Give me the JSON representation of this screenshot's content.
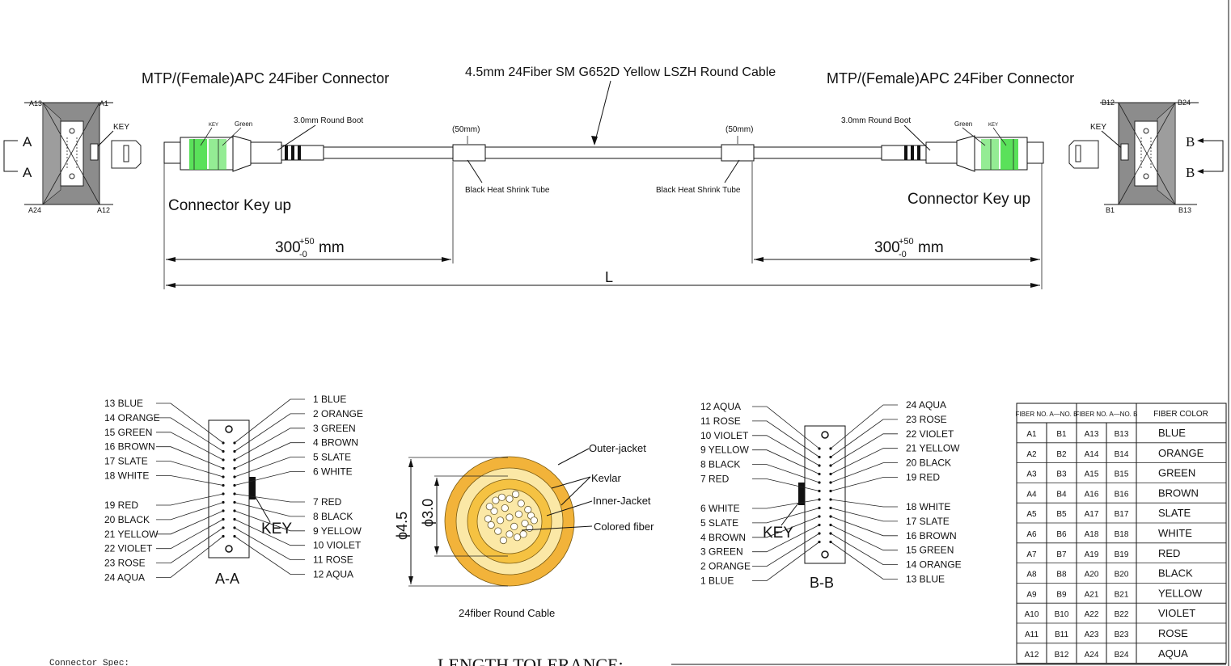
{
  "header": {
    "left_connector": "MTP/(Female)APC 24Fiber Connector",
    "cable": "4.5mm  24Fiber  SM  G652D  Yellow LSZH Round Cable",
    "right_connector": "MTP/(Female)APC 24Fiber Connector"
  },
  "left_end": {
    "pins": [
      "A13",
      "A1",
      "A24",
      "A12"
    ],
    "key": "KEY",
    "section_marks": [
      "A",
      "A"
    ],
    "boot_label": "3.0mm Round Boot",
    "key_small": "KEY",
    "green_label": "Green",
    "orientation": "Connector Key up",
    "shrink_len": "(50mm)",
    "shrink_label": "Black Heat Shrink Tube",
    "dim_main": "300",
    "dim_sup": "+50",
    "dim_sub": "-0",
    "dim_unit": "mm"
  },
  "right_end": {
    "pins": [
      "B12",
      "B24",
      "B1",
      "B13"
    ],
    "key": "KEY",
    "section_marks": [
      "B",
      "B"
    ],
    "boot_label": "3.0mm Round Boot",
    "key_small": "KEY",
    "green_label": "Green",
    "orientation": "Connector Key up",
    "shrink_len": "(50mm)",
    "shrink_label": "Black  Heat Shrink Tube",
    "dim_main": "300",
    "dim_sup": "+50",
    "dim_sub": "-0",
    "dim_unit": "mm"
  },
  "total_length": "L",
  "section_a": {
    "title": "A-A",
    "key": "KEY",
    "left_top": [
      "13 BLUE",
      "14 ORANGE",
      "15 GREEN",
      "16 BROWN",
      "17 SLATE",
      "18 WHITE"
    ],
    "left_bottom": [
      "19 RED",
      "20 BLACK",
      "21 YELLOW",
      "22 VIOLET",
      "23 ROSE",
      "24 AQUA"
    ],
    "right_top": [
      "1 BLUE",
      "2 ORANGE",
      "3 GREEN",
      "4 BROWN",
      "5 SLATE",
      "6 WHITE"
    ],
    "right_bottom": [
      "7 RED",
      "8 BLACK",
      "9 YELLOW",
      "10 VIOLET",
      "11 ROSE",
      "12 AQUA"
    ]
  },
  "section_b": {
    "title": "B-B",
    "key": "KEY",
    "left_top": [
      "12 AQUA",
      "11 ROSE",
      "10 VIOLET",
      "9 YELLOW",
      "8 BLACK",
      "7 RED"
    ],
    "left_bottom": [
      "6 WHITE",
      "5 SLATE",
      "4 BROWN",
      "3 GREEN",
      "2 ORANGE",
      "1 BLUE"
    ],
    "right_top": [
      "24 AQUA",
      "23 ROSE",
      "22 VIOLET",
      "21 YELLOW",
      "20 BLACK",
      "19 RED"
    ],
    "right_bottom": [
      "18 WHITE",
      "17 SLATE",
      "16 BROWN",
      "15 GREEN",
      "14 ORANGE",
      "13 BLUE"
    ]
  },
  "cable_section": {
    "outer_dia": "ϕ4.5",
    "inner_dia": "ϕ3.0",
    "outer_jacket": "Outer-jacket",
    "kevlar": "Kevlar",
    "inner_jacket": "Inner-Jacket",
    "colored_fiber": "Colored fiber",
    "caption": "24fiber Round Cable",
    "colors": {
      "yellow": "#F5C242",
      "light_yellow": "#FBE8A6",
      "outer": "#F2B33A"
    }
  },
  "fiber_table": {
    "headers": [
      "FIBER NO. A—NO. B",
      "FIBER NO. A—NO. B",
      "FIBER COLOR"
    ],
    "rows": [
      [
        "A1",
        "B1",
        "A13",
        "B13",
        "BLUE"
      ],
      [
        "A2",
        "B2",
        "A14",
        "B14",
        "ORANGE"
      ],
      [
        "A3",
        "B3",
        "A15",
        "B15",
        "GREEN"
      ],
      [
        "A4",
        "B4",
        "A16",
        "B16",
        "BROWN"
      ],
      [
        "A5",
        "B5",
        "A17",
        "B17",
        "SLATE"
      ],
      [
        "A6",
        "B6",
        "A18",
        "B18",
        "WHITE"
      ],
      [
        "A7",
        "B7",
        "A19",
        "B19",
        "RED"
      ],
      [
        "A8",
        "B8",
        "A20",
        "B20",
        "BLACK"
      ],
      [
        "A9",
        "B9",
        "A21",
        "B21",
        "YELLOW"
      ],
      [
        "A10",
        "B10",
        "A22",
        "B22",
        "VIOLET"
      ],
      [
        "A11",
        "B11",
        "A23",
        "B23",
        "ROSE"
      ],
      [
        "A12",
        "B12",
        "A24",
        "B24",
        "AQUA"
      ]
    ]
  },
  "footer": {
    "connector_spec": "Connector Spec:",
    "length_tolerance": "LENGTH TOLERANCE:"
  },
  "palette": {
    "body_gray": "#8C8C8C",
    "key_green": "#3DDC3D"
  }
}
